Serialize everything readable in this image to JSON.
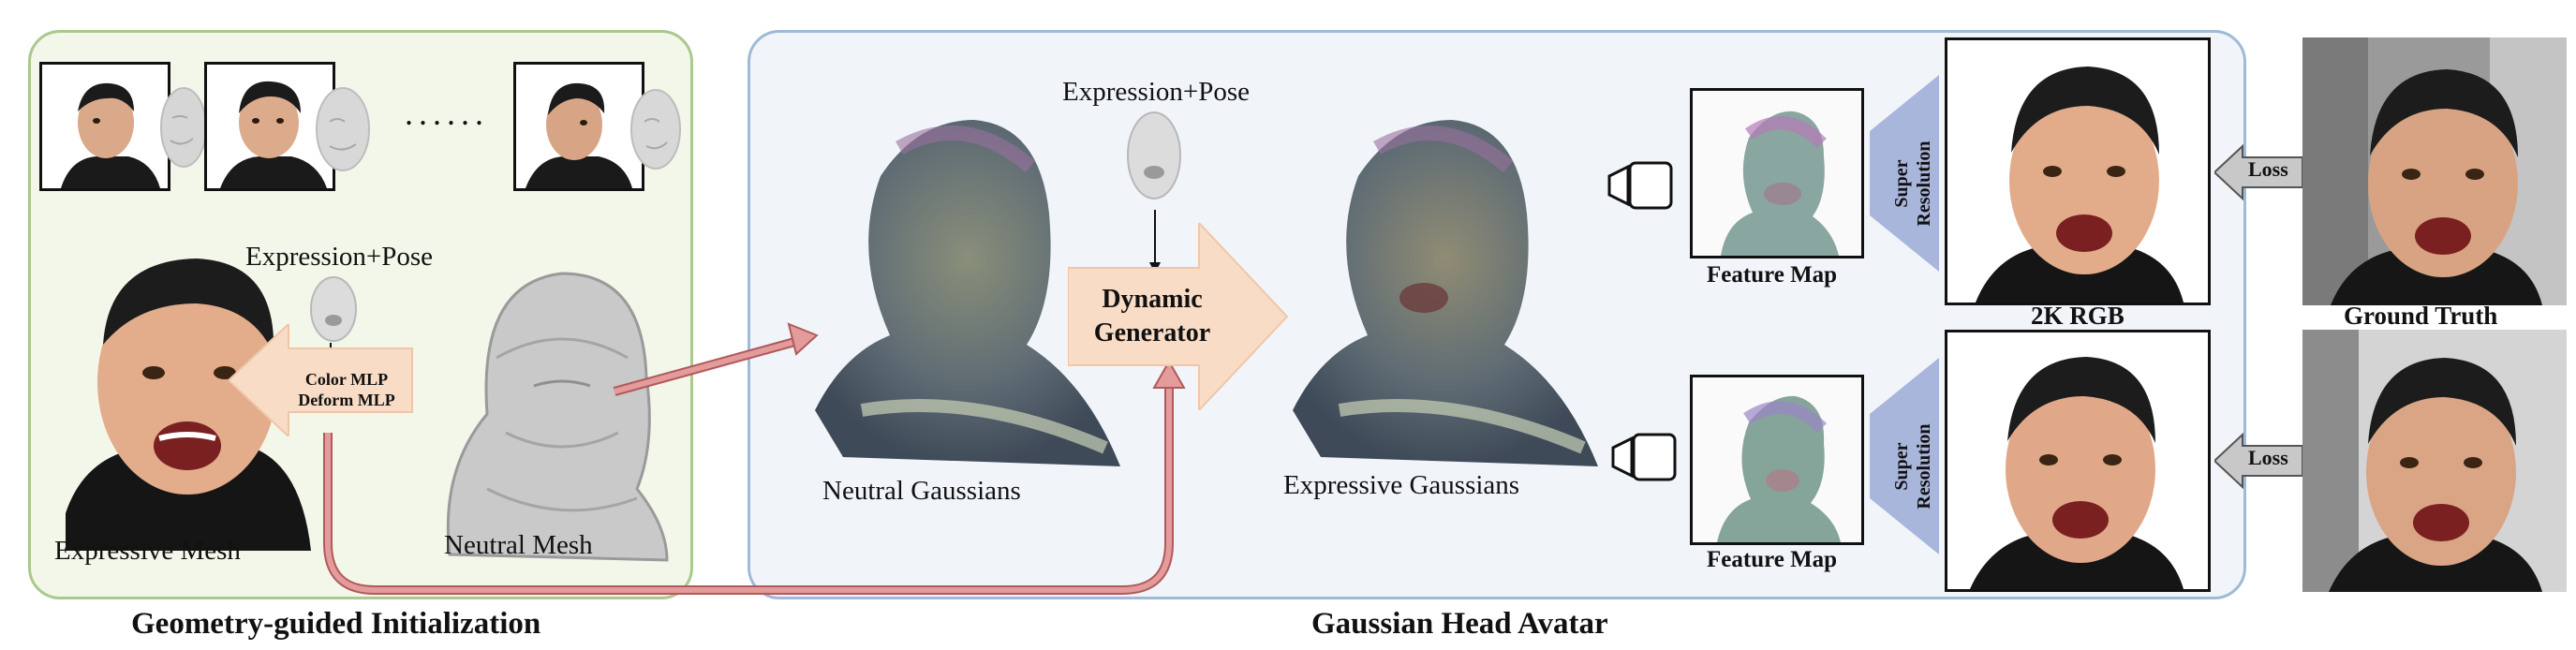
{
  "left_panel": {
    "caption": "Geometry-guided Initialization",
    "ellipsis": "......",
    "expr_pose_label": "Expression+Pose",
    "mlp_lines": [
      "Color MLP",
      "Deform MLP"
    ],
    "expressive_mesh_label": "Expressive Mesh",
    "neutral_mesh_label": "Neutral Mesh"
  },
  "middle_panel": {
    "caption": "Gaussian Head Avatar",
    "expr_pose_label": "Expression+Pose",
    "dynamic_generator": [
      "Dynamic",
      "Generator"
    ],
    "neutral_gaussians_label": "Neutral Gaussians",
    "expressive_gaussians_label": "Expressive Gaussians",
    "feature_map_label_top": "Feature Map",
    "feature_map_label_bottom": "Feature Map",
    "super_resolution_top": [
      "Super",
      "Resolution"
    ],
    "super_resolution_bottom": [
      "Super",
      "Resolution"
    ],
    "rgb_label": "2K RGB"
  },
  "right_side": {
    "loss_top": "Loss",
    "loss_bottom": "Loss",
    "ground_truth_label": "Ground Truth"
  },
  "colors": {
    "left_panel_fill": "#f3f7ea",
    "left_panel_border": "#a9c98e",
    "mid_panel_fill": "#f1f5fa",
    "mid_panel_border": "#9fbad6",
    "mlp_arrow": "#f8dcc6",
    "dynamic_arrow": "#f8dcc6",
    "flow_arrow": "#d98080",
    "super_res": "#a9b6dc",
    "loss_arrow": "#c8c8c8"
  }
}
